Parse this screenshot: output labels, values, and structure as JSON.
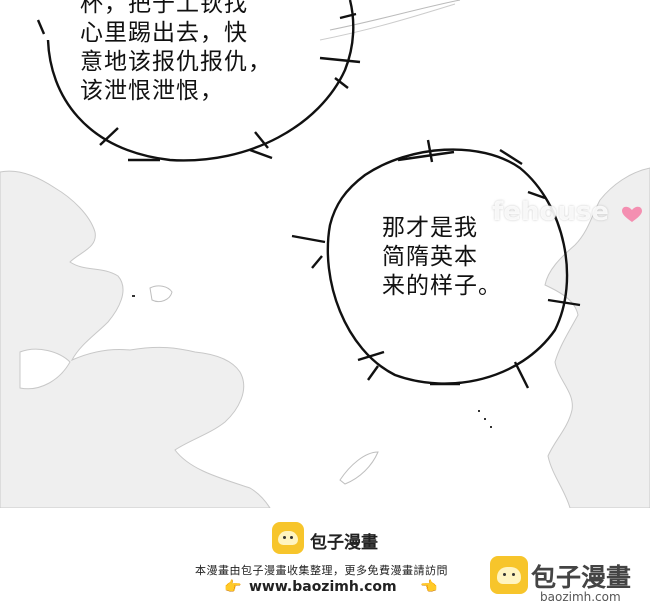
{
  "bubbles": {
    "first": {
      "lines": [
        "杯，把于工钬找",
        "心里踢出去，快",
        "意地该报仇报仇，",
        "该泄恨泄恨，"
      ]
    },
    "second": {
      "lines": [
        "那才是我",
        "简隋英本",
        "来的样子。"
      ]
    }
  },
  "watermark": {
    "text": "fehouse"
  },
  "footer": {
    "brand": "包子漫畫",
    "notice": "本漫畫由包子漫畫收集整理，更多免費漫畫請訪問",
    "url": "www.baozimh.com",
    "hand_left": "👉",
    "hand_right": "👈",
    "brand_large": "包子漫畫",
    "brand_large_en": "baozimh.com"
  },
  "colors": {
    "background": "#ffffff",
    "cloud_fill": "#efefef",
    "ink": "#111111",
    "logo_yellow": "#f7c52b",
    "heart_pink": "#f48fb1"
  }
}
